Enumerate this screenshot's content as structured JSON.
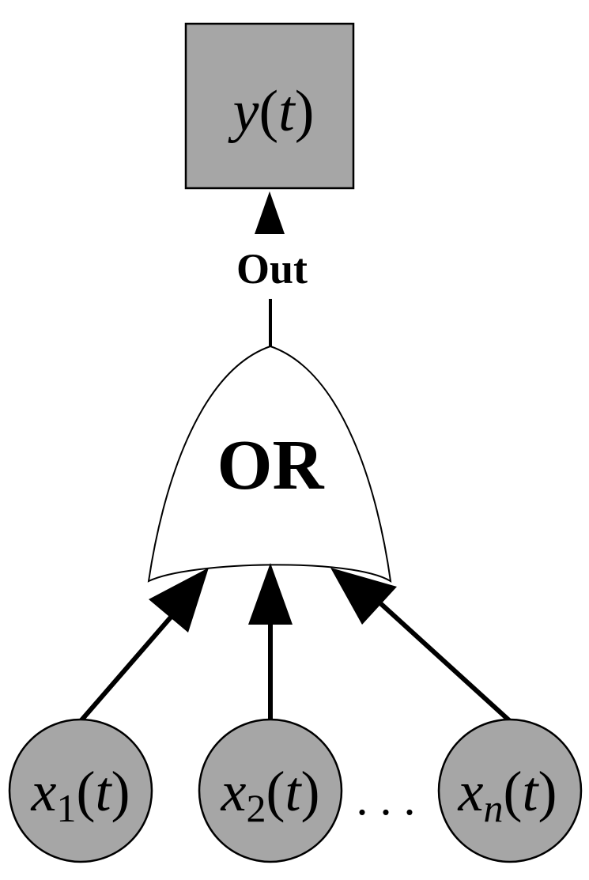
{
  "output_node": {
    "var": "y",
    "arg": "t",
    "fill": "#a6a6a6"
  },
  "connector_label": "Out",
  "gate": {
    "label": "OR"
  },
  "inputs": [
    {
      "var": "x",
      "sub": "1",
      "arg": "t"
    },
    {
      "var": "x",
      "sub": "2",
      "arg": "t"
    },
    {
      "var": "x",
      "sub": "n",
      "arg": "t"
    }
  ],
  "ellipsis": ". . .",
  "colors": {
    "node_fill": "#a6a6a6",
    "stroke": "#000000",
    "gate_fill": "#ffffff"
  }
}
